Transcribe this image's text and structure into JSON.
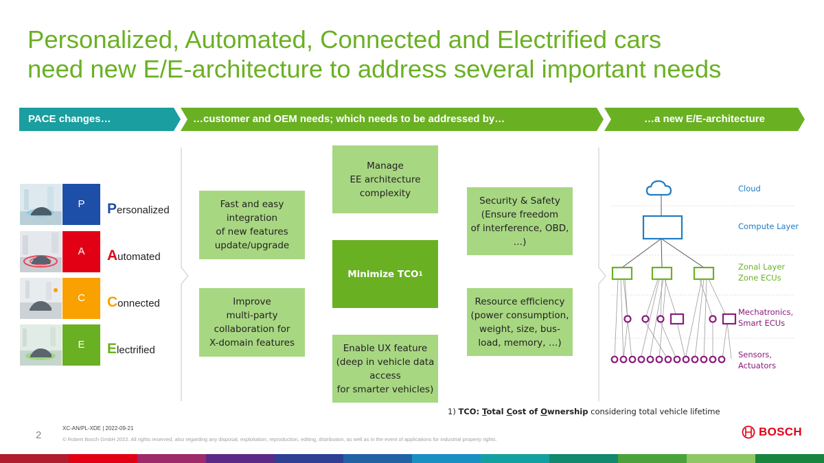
{
  "slide": {
    "title_line1": "Personalized, Automated, Connected and Electrified cars",
    "title_line2": "need new E/E-architecture to address several important needs",
    "banners": {
      "left": "PACE changes…",
      "middle": "…customer and OEM needs; which needs to be addressed by…",
      "right": "…a new E/E-architecture"
    },
    "pace": [
      {
        "letter": "P",
        "initial": "P",
        "rest": "ersonalized",
        "color": "#1d4fa8"
      },
      {
        "letter": "A",
        "initial": "A",
        "rest": "utomated",
        "color": "#e20015"
      },
      {
        "letter": "C",
        "initial": "C",
        "rest": "onnected",
        "color": "#f8a100"
      },
      {
        "letter": "E",
        "initial": "E",
        "rest": "lectrified",
        "color": "#6ab023"
      }
    ],
    "needs": {
      "fast_integration": "Fast and easy\nintegration\nof new features\nupdate/upgrade",
      "collaboration": "Improve\nmulti-party\ncollaboration for\nX-domain features",
      "manage_complexity": "Manage\nEE architecture\ncomplexity",
      "tco_label": "Minimize TCO",
      "tco_sup": "1",
      "ux_feature": "Enable UX feature\n(deep in vehicle data\naccess\nfor smarter vehicles)",
      "security": "Security & Safety\n(Ensure freedom\nof interference, OBD,\n…)",
      "resource": "Resource efficiency\n(power consumption,\nweight, size, bus-\nload, memory, …)"
    },
    "architecture": {
      "cloud": "Cloud",
      "compute": "Compute Layer",
      "zonal_line1": "Zonal Layer",
      "zonal_line2": "Zone ECUs",
      "mech_line1": "Mechatronics,",
      "mech_line2": "Smart ECUs",
      "sensors_line1": "Sensors,",
      "sensors_line2": "Actuators",
      "colors": {
        "blue": "#1e7bc4",
        "green": "#6ab023",
        "purple": "#8a1a7a"
      }
    },
    "footnote": {
      "marker": "1) ",
      "tco": "TCO: ",
      "t": "T",
      "otal": "otal ",
      "c": "C",
      "ost_of": "ost of ",
      "o": "O",
      "wnership": "wnership",
      "rest": " considering total vehicle lifetime"
    },
    "footer": {
      "page": "2",
      "doc_id": "XC-AN/PL-XDE | 2022-09-21",
      "copyright": "© Robert Bosch GmbH 2022. All rights reserved, also regarding any disposal, exploitation, reproduction, editing, distribution, as well as in the event of applications for industrial property rights.",
      "brand": "BOSCH",
      "brand_color": "#e20015"
    },
    "strip_colors": [
      "#b01d2e",
      "#e20015",
      "#9e2a6c",
      "#5b2a86",
      "#2e3f94",
      "#1f63a6",
      "#1a8fc4",
      "#15a0a0",
      "#10896f",
      "#4aa33a",
      "#8fc765",
      "#18853f"
    ]
  }
}
